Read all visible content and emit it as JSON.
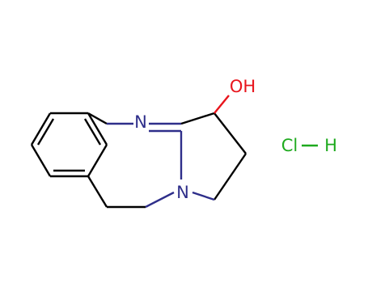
{
  "molecule": {
    "atoms": {
      "n1": "N",
      "n2": "N",
      "oh": "OH",
      "cl": "Cl",
      "h": "H"
    },
    "colors": {
      "bond": "#000000",
      "nitrogen": "#2e2e8a",
      "oxygen": "#e8141c",
      "chlorine": "#1eaa1e",
      "hydrogen": "#1eaa1e"
    }
  }
}
